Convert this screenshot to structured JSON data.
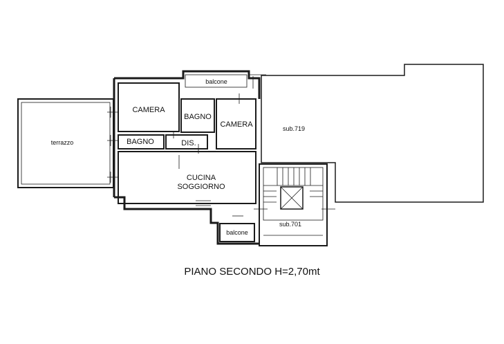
{
  "rooms": {
    "balcone_top": "balcone",
    "camera_left": "CAMERA",
    "bagno_top": "BAGNO",
    "camera_right": "CAMERA",
    "bagno_small": "BAGNO",
    "dis": "DIS.",
    "terrazzo": "terrazzo",
    "cucina": "CUCINA",
    "soggiorno": "SOGGIORNO",
    "sub719": "sub.719",
    "sub701": "sub.701",
    "balcone_bottom": "balcone"
  },
  "caption": "PIANO SECONDO H=2,70mt"
}
